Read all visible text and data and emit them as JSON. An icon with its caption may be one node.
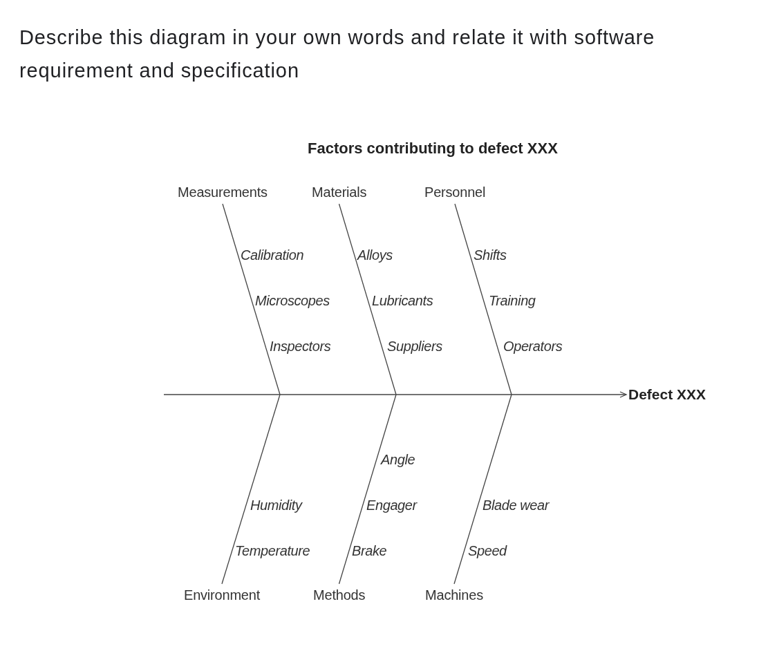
{
  "diagram": {
    "title": "Factors contributing to defect XXX",
    "nodes": [
      {
        "text": [
          "Measurements"
        ]
      },
      {
        "text": [
          "Materials"
        ]
      },
      {
        "text": [
          "Personnel"
        ]
      },
      {
        "text": [
          "Defect XXX"
        ]
      },
      {
        "text": [
          "Environment"
        ]
      },
      {
        "text": [
          "Methods"
        ]
      },
      {
        "text": [
          "Machines"
        ]
      }
    ],
    "edges": [
      {
        "from": null,
        "to": 3,
        "arrow": "to"
      },
      {
        "from": 0,
        "to": 3,
        "arrow": "to"
      },
      {
        "from": 1,
        "to": 3,
        "arrow": "to"
      },
      {
        "from": 2,
        "to": 3,
        "arrow": "to"
      },
      {
        "from": 4,
        "to": 3,
        "arrow": "to"
      },
      {
        "from": 5,
        "to": 3,
        "arrow": "to"
      },
      {
        "from": 6,
        "to": 3,
        "arrow": "to"
      }
    ],
    "labels": [
      "Describe this diagram in your own words and relate it with software requirement and specification",
      "Calibration",
      "Alloys",
      "Shifts",
      "Microscopes",
      "Lubricants",
      "Training",
      "Inspectors",
      "Suppliers",
      "Operators",
      "Angle",
      "Humidity",
      "Engager",
      "Blade wear",
      "Temperature",
      "Brake",
      "Speed"
    ]
  }
}
